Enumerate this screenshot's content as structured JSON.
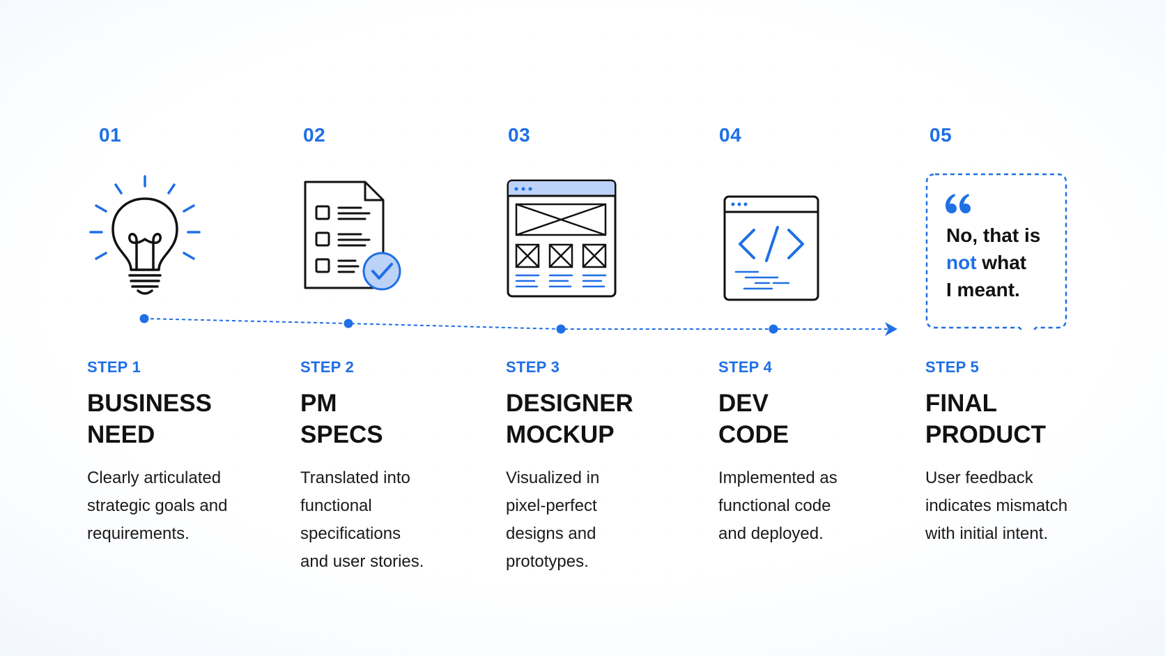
{
  "steps": [
    {
      "number": "01",
      "step_label": "STEP 1",
      "title_lines": [
        "BUSINESS",
        "NEED"
      ],
      "desc_lines": [
        "Clearly articulated",
        "strategic goals and",
        "requirements."
      ],
      "icon": "lightbulb-icon"
    },
    {
      "number": "02",
      "step_label": "STEP 2",
      "title_lines": [
        "PM",
        "SPECS"
      ],
      "desc_lines": [
        "Translated into",
        "functional",
        "specifications",
        "and user stories."
      ],
      "icon": "checklist-document-icon"
    },
    {
      "number": "03",
      "step_label": "STEP 3",
      "title_lines": [
        "DESIGNER",
        "MOCKUP"
      ],
      "desc_lines": [
        "Visualized in",
        "pixel-perfect",
        "designs and",
        "prototypes."
      ],
      "icon": "wireframe-mockup-icon"
    },
    {
      "number": "04",
      "step_label": "STEP 4",
      "title_lines": [
        "DEV",
        "CODE"
      ],
      "desc_lines": [
        "Implemented as",
        "functional code",
        "and deployed."
      ],
      "icon": "code-window-icon"
    },
    {
      "number": "05",
      "step_label": "STEP 5",
      "title_lines": [
        "FINAL",
        "PRODUCT"
      ],
      "desc_lines": [
        "User feedback",
        "indicates mismatch",
        "with initial intent."
      ],
      "icon": "speech-bubble-quote-icon"
    }
  ],
  "quote": {
    "mark": "“",
    "line1": "No, that is",
    "line2_accent": "not",
    "line2_rest": " what",
    "line3": "I meant."
  },
  "colors": {
    "accent": "#1f6fe5",
    "text": "#111111",
    "icon_fill_light": "#bcd3f7"
  }
}
